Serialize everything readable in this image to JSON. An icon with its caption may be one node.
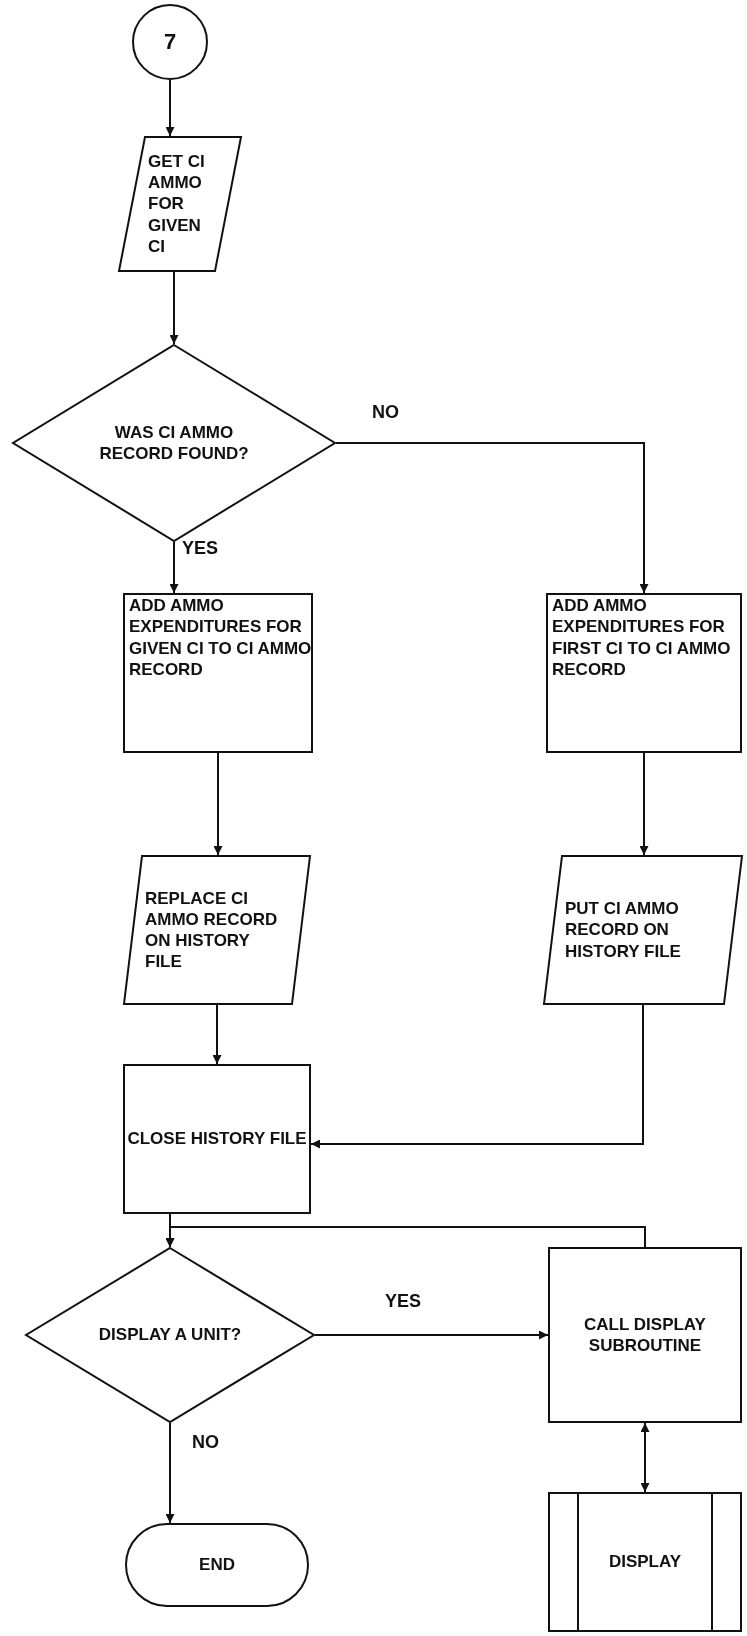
{
  "diagram": {
    "nodes": [
      {
        "text": [
          "7"
        ]
      },
      {
        "text": [
          "GET CI AMMO FOR GIVEN CI"
        ]
      },
      {
        "text": [
          "WAS CI AMMO RECORD FOUND?"
        ]
      },
      {
        "text": [
          "ADD AMMO EXPENDITURES FOR GIVEN CI TO CI AMMO RECORD"
        ]
      },
      {
        "text": [
          "ADD AMMO EXPENDITURES FOR FIRST CI TO CI AMMO RECORD"
        ]
      },
      {
        "text": [
          "REPLACE CI AMMO RECORD ON HISTORY FILE"
        ]
      },
      {
        "text": [
          "PUT CI AMMO RECORD ON HISTORY FILE"
        ]
      },
      {
        "text": [
          "CLOSE HISTORY FILE"
        ]
      },
      {
        "text": [
          "DISPLAY A UNIT?"
        ]
      },
      {
        "text": [
          "CALL DISPLAY SUBROUTINE"
        ]
      },
      {
        "text": [
          "END"
        ]
      },
      {
        "text": [
          "DISPLAY"
        ]
      }
    ],
    "edges": [
      {
        "from": 0,
        "to": 1,
        "arrow": "to"
      },
      {
        "from": 1,
        "to": 2,
        "arrow": "to"
      },
      {
        "from": 2,
        "to": 3,
        "arrow": "to",
        "label": "YES"
      },
      {
        "from": 2,
        "to": 4,
        "arrow": "to",
        "label": "NO"
      },
      {
        "from": 3,
        "to": 5,
        "arrow": "to"
      },
      {
        "from": 4,
        "to": 6,
        "arrow": "to"
      },
      {
        "from": 5,
        "to": 7,
        "arrow": "to"
      },
      {
        "from": 6,
        "to": 7,
        "arrow": "to"
      },
      {
        "from": 7,
        "to": 8,
        "arrow": "to"
      },
      {
        "from": 9,
        "to": 8,
        "arrow": "to"
      },
      {
        "from": 8,
        "to": 9,
        "arrow": "to",
        "label": "YES"
      },
      {
        "from": 8,
        "to": 10,
        "arrow": "to",
        "label": "NO"
      },
      {
        "from": 9,
        "to": 11,
        "arrow": "both"
      }
    ]
  }
}
